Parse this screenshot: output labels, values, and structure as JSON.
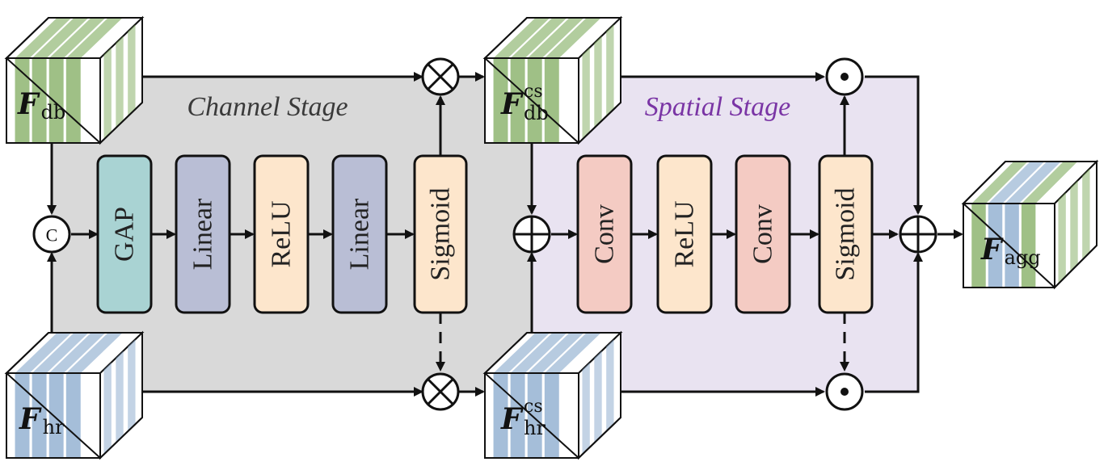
{
  "stages": {
    "channel": {
      "label": "Channel Stage",
      "bg": "#d9d9d9",
      "text_color": "#3a3a3a"
    },
    "spatial": {
      "label": "Spatial Stage",
      "bg": "#e9e3f1",
      "text_color": "#7a35a5"
    }
  },
  "blocks": {
    "gap": {
      "label": "GAP",
      "fill": "#a9d3d3"
    },
    "linear1": {
      "label": "Linear",
      "fill": "#b9bed5"
    },
    "relu1": {
      "label": "ReLU",
      "fill": "#fde6cc"
    },
    "linear2": {
      "label": "Linear",
      "fill": "#b9bed5"
    },
    "sigmoid1": {
      "label": "Sigmoid",
      "fill": "#fde6cc"
    },
    "conv1": {
      "label": "Conv",
      "fill": "#f4cbc3"
    },
    "relu2": {
      "label": "ReLU",
      "fill": "#fde6cc"
    },
    "conv2": {
      "label": "Conv",
      "fill": "#f4cbc3"
    },
    "sigmoid2": {
      "label": "Sigmoid",
      "fill": "#fde6cc"
    }
  },
  "operators": {
    "concat": {
      "symbol": "C"
    }
  },
  "features": {
    "f_db": {
      "main": "F",
      "sub": "db",
      "sup": ""
    },
    "f_hr": {
      "main": "F",
      "sub": "hr",
      "sup": ""
    },
    "f_db_cs": {
      "main": "F",
      "sub": "db",
      "sup": "cs"
    },
    "f_hr_cs": {
      "main": "F",
      "sub": "hr",
      "sup": "cs"
    },
    "f_agg": {
      "main": "F",
      "sub": "agg",
      "sup": ""
    }
  },
  "colors": {
    "green": "#7fab5e",
    "blue": "#87a8cc"
  }
}
